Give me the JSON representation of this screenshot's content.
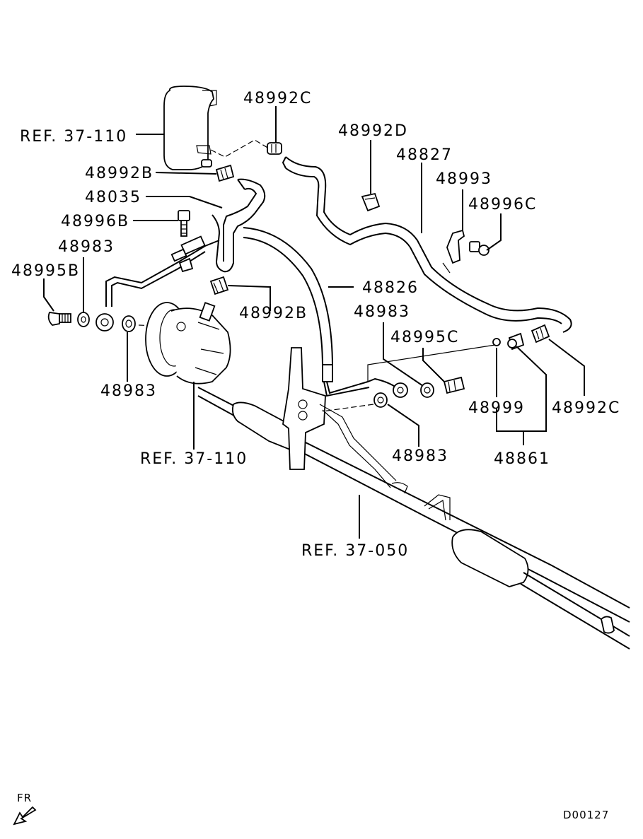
{
  "labels": {
    "ref_37_110_top": "REF. 37-110",
    "p48992c_top": "48992C",
    "p48992d": "48992D",
    "p48827": "48827",
    "p48993": "48993",
    "p48996c": "48996C",
    "p48992b_top": "48992B",
    "p48035": "48035",
    "p48996b": "48996B",
    "p48983_left": "48983",
    "p48995b": "48995B",
    "p48826": "48826",
    "p48992b_mid": "48992B",
    "p48983_mid": "48983",
    "p48995c": "48995C",
    "p48983_bottom_left": "48983",
    "p48999": "48999",
    "p48992c_right": "48992C",
    "ref_37_110_bottom": "REF. 37-110",
    "p48983_bottom": "48983",
    "p48861": "48861",
    "ref_37_050": "REF. 37-050",
    "fr": "FR",
    "drawing_code": "D00127"
  },
  "icons": {
    "front_direction": "arrow-down-left-icon"
  }
}
